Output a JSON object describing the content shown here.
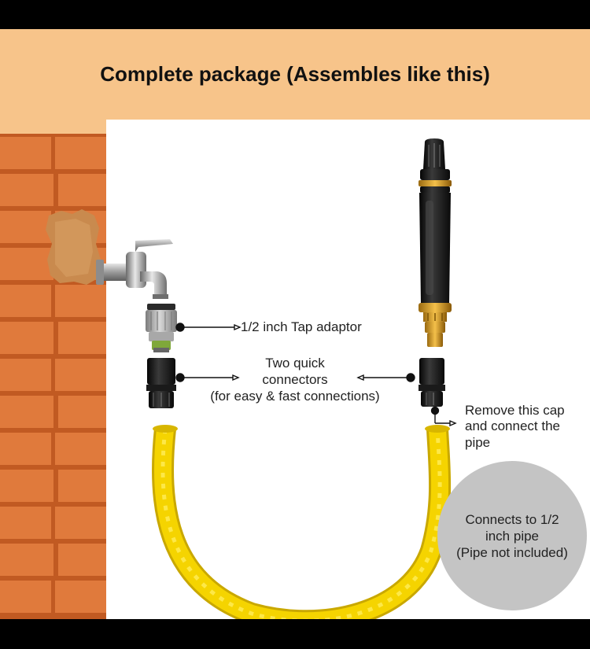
{
  "header": {
    "title": "Complete package (Assembles like this)"
  },
  "labels": {
    "tap_adaptor": "1/2 inch Tap adaptor",
    "connectors_line1": "Two quick",
    "connectors_line2": "connectors",
    "connectors_line3": "(for easy & fast connections)",
    "cap_line1": "Remove this cap",
    "cap_line2": "and connect the",
    "cap_line3": "pipe"
  },
  "note": {
    "line1": "Connects to 1/2",
    "line2": "inch pipe",
    "line3": "(Pipe not included)"
  },
  "colors": {
    "title_band": "#f7c48a",
    "brick": "#e07a3c",
    "mortar": "#c15a22",
    "hose": "#f5d400",
    "note_circle": "#c4c4c4"
  },
  "icons": [
    "brick-wall-icon",
    "water-tap-icon",
    "tap-adaptor-icon",
    "quick-connector-icon",
    "spray-nozzle-icon",
    "garden-hose-icon"
  ]
}
